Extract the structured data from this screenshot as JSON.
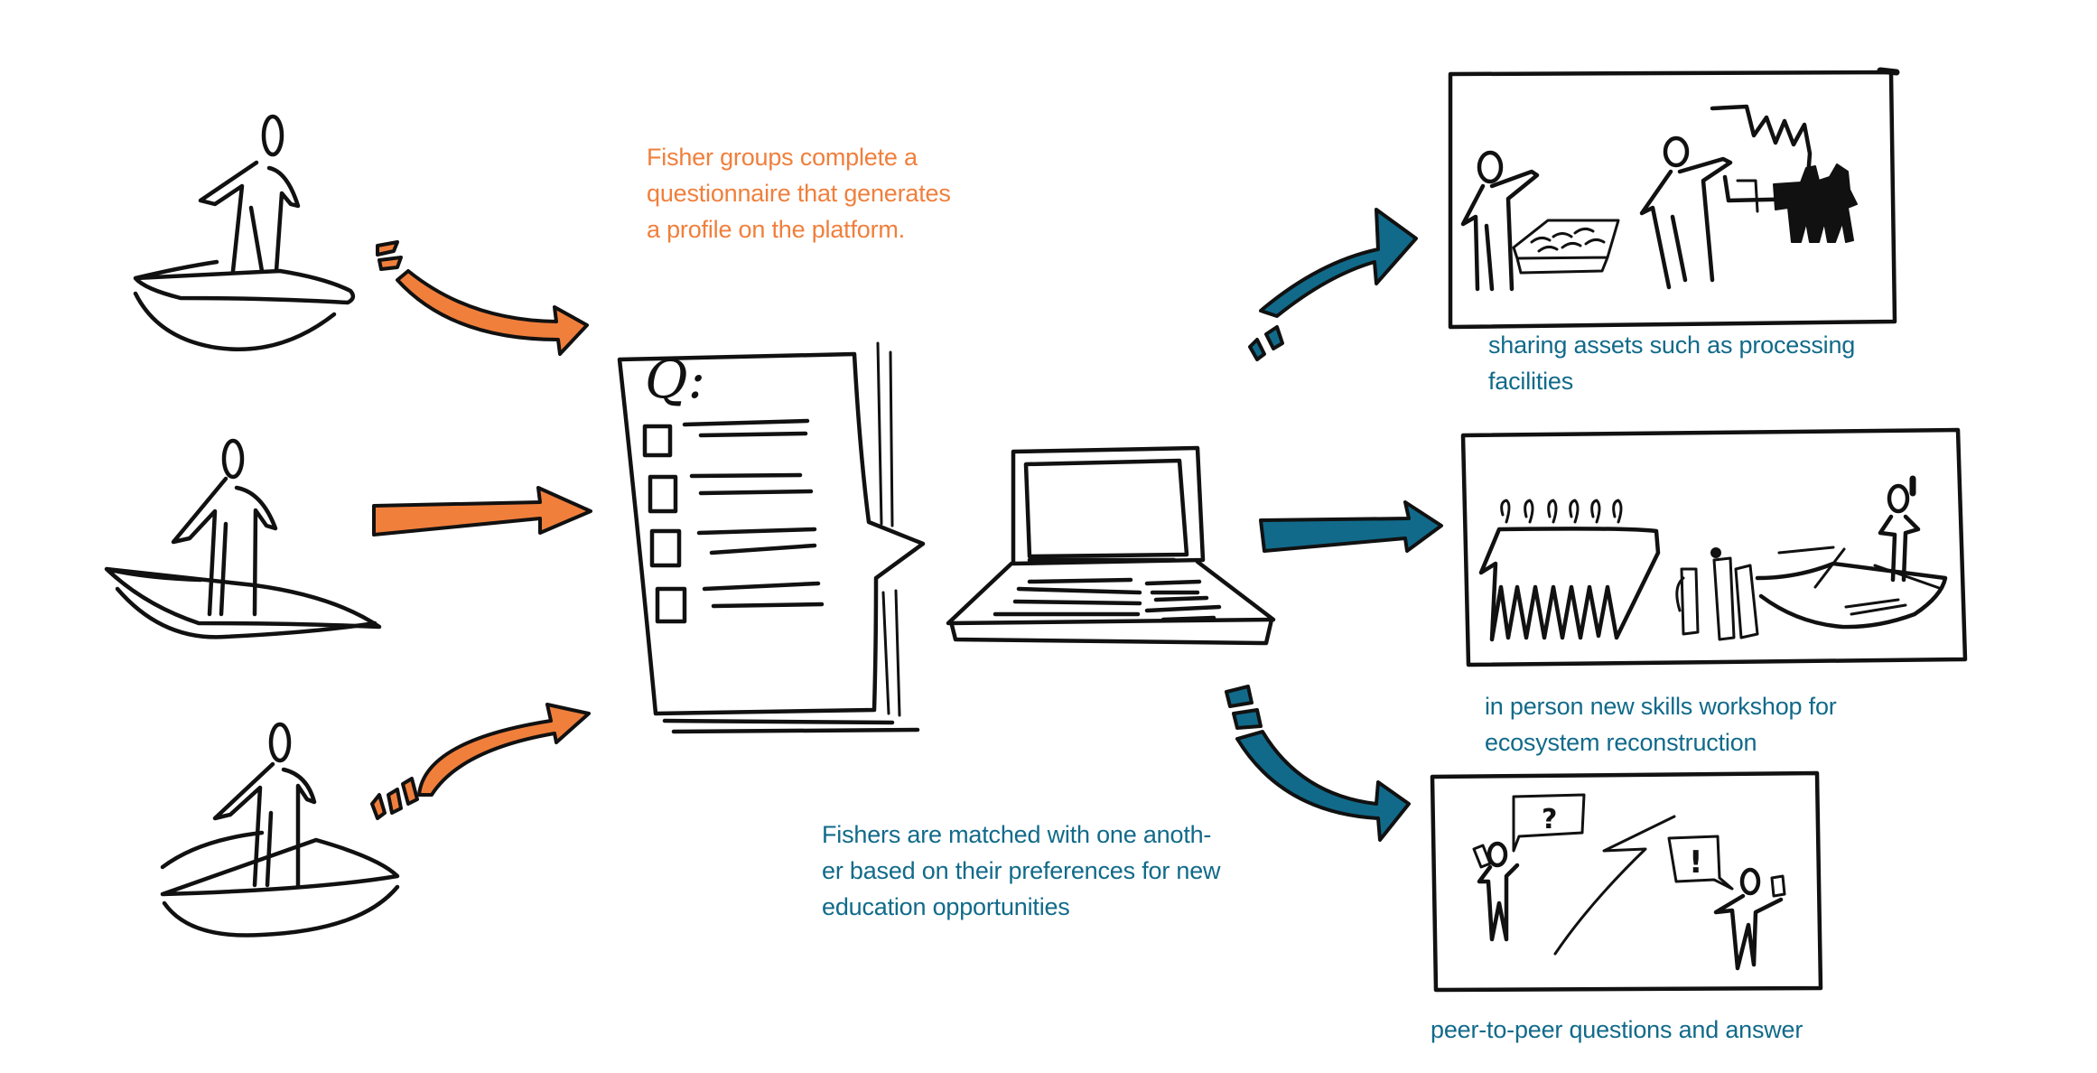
{
  "colors": {
    "orange": "#f07f3c",
    "teal": "#116a8a",
    "ink": "#111111",
    "background": "#ffffff"
  },
  "labels": {
    "questionnaire_caption": "Fisher groups complete a\nquestionnaire that generates\na profile on the platform.",
    "matching_caption": "Fishers are matched with one anoth-\ner based on their preferences for new\neducation opportunities",
    "panel_assets_caption": "sharing assets such as processing\nfacilities",
    "panel_workshop_caption": "in person new skills workshop for\necosystem reconstruction",
    "panel_qa_caption": "peer-to-peer questions and answer"
  },
  "questionnaire": {
    "heading": "Q:",
    "checkbox_count": 4
  },
  "qa_panel": {
    "question_mark": "?",
    "exclamation_mark": "!"
  },
  "flow": {
    "inputs": [
      "fisher-group-1",
      "fisher-group-2",
      "fisher-group-3"
    ],
    "hub": [
      "questionnaire",
      "platform-laptop"
    ],
    "outputs": [
      "sharing-assets",
      "skills-workshop",
      "peer-to-peer-qa"
    ]
  }
}
